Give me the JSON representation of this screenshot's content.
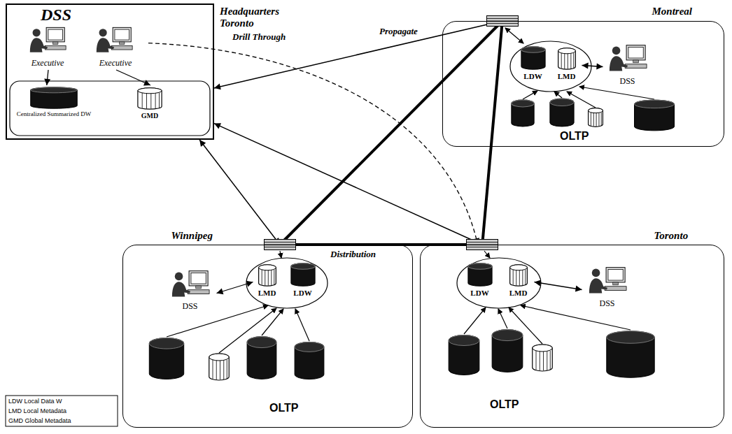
{
  "diagram": {
    "nodes": [
      {
        "text": [
          "DSS",
          "Headquarters Toronto"
        ]
      },
      {
        "text": [
          "Executive"
        ],
        "in": 0
      },
      {
        "text": [
          "Executive"
        ],
        "in": 0
      },
      {
        "text": [
          "Centralized Summarized DW"
        ],
        "in": 0
      },
      {
        "text": [
          "GMD"
        ],
        "in": 0
      },
      {
        "text": [
          "Montreal"
        ]
      },
      {
        "text": [
          "LDW"
        ],
        "in": 5
      },
      {
        "text": [
          "LMD"
        ],
        "in": 5
      },
      {
        "text": [
          "DSS"
        ],
        "in": 5
      },
      {
        "text": [
          "Winnipeg"
        ]
      },
      {
        "text": [
          "DSS"
        ],
        "in": 9
      },
      {
        "text": [
          "LMD"
        ],
        "in": 9
      },
      {
        "text": [
          "LDW"
        ],
        "in": 9
      },
      {
        "text": [
          "Toronto"
        ]
      },
      {
        "text": [
          "LDW"
        ],
        "in": 13
      },
      {
        "text": [
          "LMD"
        ],
        "in": 13
      },
      {
        "text": [
          "DSS"
        ],
        "in": 13
      }
    ],
    "edges": [
      {
        "from": 1,
        "to": 3,
        "arrow": "to"
      },
      {
        "from": 2,
        "to": 4,
        "arrow": "to"
      },
      {
        "from": 5,
        "to": 0,
        "arrow": "to",
        "label": "Propagate"
      },
      {
        "from": 5,
        "to": 9,
        "arrow": "none"
      },
      {
        "from": 5,
        "to": 13,
        "arrow": "none"
      },
      {
        "from": 9,
        "to": 13,
        "arrow": "none",
        "label": "Distribution"
      },
      {
        "from": 9,
        "to": 0,
        "arrow": "both"
      },
      {
        "from": 13,
        "to": 0,
        "arrow": "to"
      },
      {
        "from": 2,
        "to": 13,
        "arrow": "to",
        "label": "Drill Through"
      },
      {
        "from": 8,
        "to": 7,
        "arrow": "both"
      },
      {
        "from": 10,
        "to": 11,
        "arrow": "both"
      },
      {
        "from": 16,
        "to": 15,
        "arrow": "both"
      }
    ],
    "labels": [
      "OLTP",
      "OLTP",
      "OLTP",
      "LDW Local Data W",
      "LMD Local Metadata",
      "GMD Global Metadata"
    ]
  }
}
